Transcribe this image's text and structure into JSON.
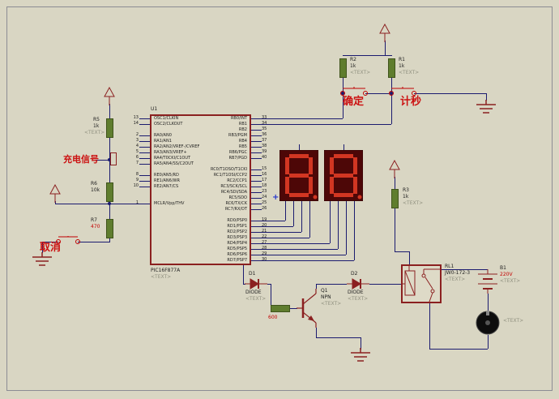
{
  "labels": {
    "confirm": "确定",
    "count_seconds": "计秒",
    "cancel": "取消",
    "charge_signal": "充电信号",
    "origin_marker": "+"
  },
  "parts": {
    "u1": {
      "ref": "U1",
      "part": "PIC16F877A",
      "text": "<TEXT>"
    },
    "r1": {
      "ref": "R1",
      "value": "1k",
      "text": "<TEXT>"
    },
    "r2": {
      "ref": "R2",
      "value": "1k",
      "text": "<TEXT>"
    },
    "r3": {
      "ref": "R3",
      "value": "1k",
      "text": "<TEXT>"
    },
    "r5": {
      "ref": "R5",
      "value": "1k",
      "text": "<TEXT>"
    },
    "r6": {
      "ref": "R6",
      "value": "10k"
    },
    "r7": {
      "ref": "R7",
      "value": "470"
    },
    "r8": {
      "value": "600"
    },
    "d1": {
      "ref": "D1",
      "type": "DIODE",
      "text": "<TEXT>"
    },
    "d2": {
      "ref": "D2",
      "type": "DIODE",
      "text": "<TEXT>"
    },
    "q1": {
      "ref": "Q1",
      "type": "NPN",
      "text": "<TEXT>"
    },
    "rl1": {
      "ref": "RL1",
      "model": "JW0-172-3",
      "text": "<TEXT>"
    },
    "b1": {
      "ref": "B1",
      "value": "220V",
      "text": "<TEXT>"
    },
    "motor": {
      "text": "<TEXT>"
    }
  },
  "chip": {
    "left_pins": [
      {
        "num": "13",
        "name": "OSC1/CLKIN"
      },
      {
        "num": "14",
        "name": "OSC2/CLKOUT"
      },
      {
        "num": "",
        "name": ""
      },
      {
        "num": "2",
        "name": "RA0/AN0"
      },
      {
        "num": "3",
        "name": "RA1/AN1"
      },
      {
        "num": "4",
        "name": "RA2/AN2/VREF-/CVREF"
      },
      {
        "num": "5",
        "name": "RA3/AN3/VREF+"
      },
      {
        "num": "6",
        "name": "RA4/T0CKI/C1OUT"
      },
      {
        "num": "7",
        "name": "RA5/AN4/SS/C2OUT"
      },
      {
        "num": "",
        "name": ""
      },
      {
        "num": "8",
        "name": "RE0/AN5/RD"
      },
      {
        "num": "9",
        "name": "RE1/AN6/WR"
      },
      {
        "num": "10",
        "name": "RE2/AN7/CS"
      },
      {
        "num": "",
        "name": ""
      },
      {
        "num": "",
        "name": ""
      },
      {
        "num": "1",
        "name": "MCLR/Vpp/THV"
      }
    ],
    "right_pins": [
      {
        "num": "33",
        "name": "RB0/INT"
      },
      {
        "num": "34",
        "name": "RB1"
      },
      {
        "num": "35",
        "name": "RB2"
      },
      {
        "num": "36",
        "name": "RB3/PGM"
      },
      {
        "num": "37",
        "name": "RB4"
      },
      {
        "num": "38",
        "name": "RB5"
      },
      {
        "num": "39",
        "name": "RB6/PGC"
      },
      {
        "num": "40",
        "name": "RB7/PGD"
      },
      {
        "num": "",
        "name": ""
      },
      {
        "num": "15",
        "name": "RC0/T1OSO/T1CKI"
      },
      {
        "num": "16",
        "name": "RC1/T1OSI/CCP2"
      },
      {
        "num": "17",
        "name": "RC2/CCP1"
      },
      {
        "num": "18",
        "name": "RC3/SCK/SCL"
      },
      {
        "num": "23",
        "name": "RC4/SDI/SDA"
      },
      {
        "num": "24",
        "name": "RC5/SDO"
      },
      {
        "num": "25",
        "name": "RC6/TX/CK"
      },
      {
        "num": "26",
        "name": "RC7/RX/DT"
      },
      {
        "num": "",
        "name": ""
      },
      {
        "num": "19",
        "name": "RD0/PSP0"
      },
      {
        "num": "20",
        "name": "RD1/PSP1"
      },
      {
        "num": "21",
        "name": "RD2/PSP2"
      },
      {
        "num": "22",
        "name": "RD3/PSP3"
      },
      {
        "num": "27",
        "name": "RD4/PSP4"
      },
      {
        "num": "28",
        "name": "RD5/PSP5"
      },
      {
        "num": "29",
        "name": "RD6/PSP6"
      },
      {
        "num": "30",
        "name": "RD7/PSP7"
      }
    ]
  },
  "colors": {
    "background": "#d9d6c3",
    "wire": "#1b1b6f",
    "component_outline": "#8b2020",
    "resistor_fill": "#5f7d2e",
    "display_background": "#4d0707",
    "display_segment": "#d23622",
    "chinese_label": "#cc1111"
  }
}
